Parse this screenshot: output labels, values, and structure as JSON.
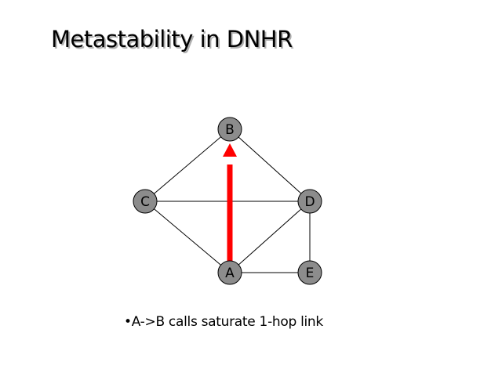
{
  "slide": {
    "title": "Metastability in DNHR",
    "bullet": "•A->B calls saturate 1-hop link"
  },
  "graph": {
    "nodes": [
      {
        "id": "A",
        "label": "A"
      },
      {
        "id": "B",
        "label": "B"
      },
      {
        "id": "C",
        "label": "C"
      },
      {
        "id": "D",
        "label": "D"
      },
      {
        "id": "E",
        "label": "E"
      }
    ],
    "edges": [
      [
        "C",
        "B"
      ],
      [
        "B",
        "D"
      ],
      [
        "C",
        "D"
      ],
      [
        "C",
        "A"
      ],
      [
        "A",
        "D"
      ],
      [
        "D",
        "E"
      ],
      [
        "A",
        "E"
      ]
    ],
    "highlight_path": {
      "from": "A",
      "to": "B",
      "color": "#ff0000"
    },
    "node_fill": "#8c8c8c"
  }
}
